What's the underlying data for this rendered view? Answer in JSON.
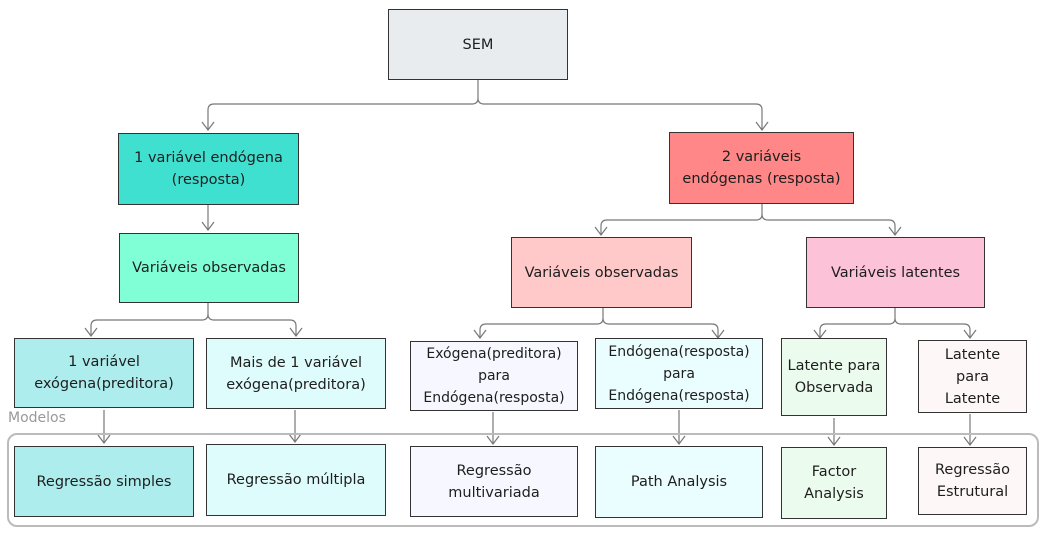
{
  "root": "SEM",
  "level1": {
    "left": "1 variável endógena (resposta)",
    "right": "2 variáveis endógenas (resposta)"
  },
  "level2": {
    "left_observed": "Variáveis observadas",
    "right_observed": "Variáveis observadas",
    "right_latent": "Variáveis latentes"
  },
  "level3": [
    "1 variável exógena(preditora)",
    "Mais de 1 variável exógena(preditora)",
    "Exógena(preditora) para Endógena(resposta)",
    "Endógena(resposta) para Endógena(resposta)",
    "Latente para Observada",
    "Latente para Latente"
  ],
  "models_label": "Modelos",
  "models": [
    "Regressão simples",
    "Regressão múltipla",
    "Regressão multivariada",
    "Path Analysis",
    "Factor Analysis",
    "Regressão Estrutural"
  ],
  "colors": {
    "root": "#e9ecef",
    "left": "#40e0d0",
    "right": "#ff8787"
  }
}
